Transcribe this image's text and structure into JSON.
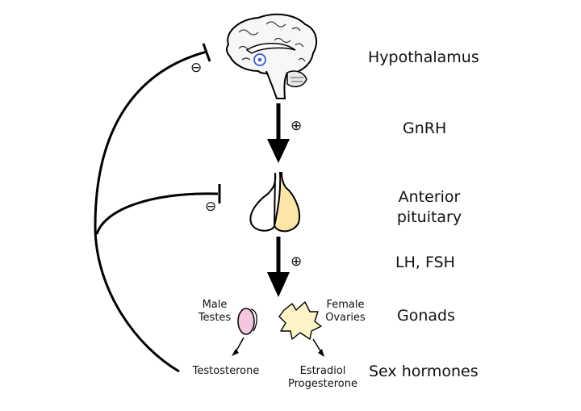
{
  "levels": {
    "hypothalamus": "Hypothalamus",
    "gnrh": "GnRH",
    "anterior_pituitary_line1": "Anterior",
    "anterior_pituitary_line2": "pituitary",
    "lh_fsh": "LH, FSH",
    "gonads": "Gonads",
    "sex_hormones": "Sex hormones"
  },
  "male": {
    "label_line1": "Male",
    "label_line2": "Testes",
    "hormone": "Testosterone"
  },
  "female": {
    "label_line1": "Female",
    "label_line2": "Ovaries",
    "hormone_line1": "Estradiol",
    "hormone_line2": "Progesterone"
  },
  "signs": {
    "stimulation": "⊕",
    "inhibition": "⊖"
  },
  "colors": {
    "testis_fill": "#f4c6e0",
    "ovary_fill": "#fcf3c6",
    "pituitary_posterior_fill": "#fbe6a8",
    "hypothalamus_marker": "#3a5cc8",
    "line": "#000000"
  }
}
